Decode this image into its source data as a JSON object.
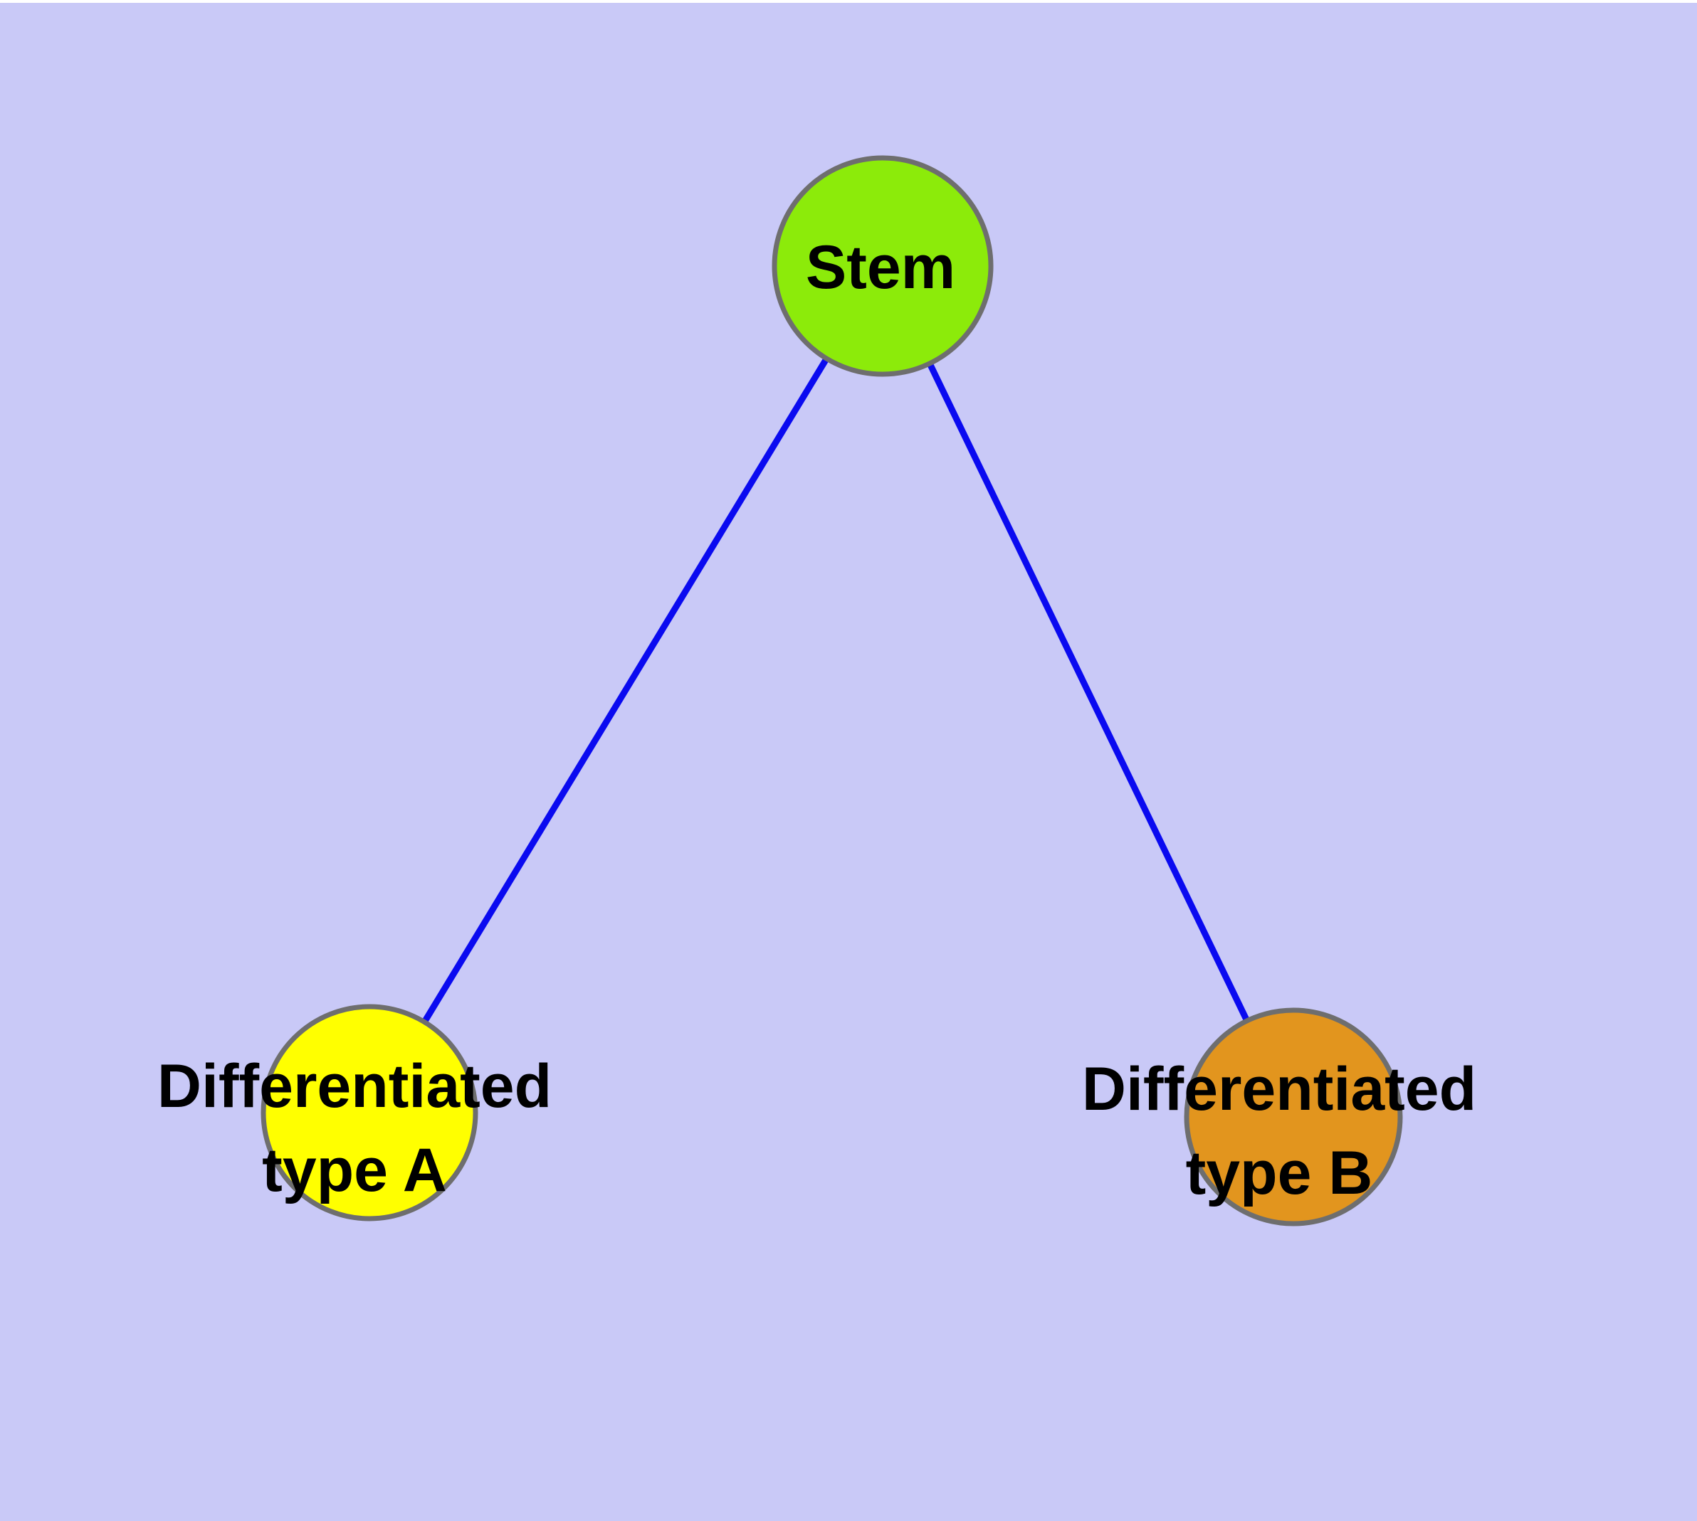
{
  "diagram": {
    "type": "graph",
    "background_color": "#C9C9F7",
    "edge_color": "#0A0AF0",
    "node_border_color": "#6E6E6E",
    "label_color": "#000000",
    "nodes": [
      {
        "id": "stem",
        "label_lines": [
          "Stem"
        ],
        "color": "#8CEB0A"
      },
      {
        "id": "differentiated-type-a",
        "label_lines": [
          "Differentiated",
          "type A"
        ],
        "color": "#FFFF00"
      },
      {
        "id": "differentiated-type-b",
        "label_lines": [
          "Differentiated",
          "type B"
        ],
        "color": "#E2951E"
      }
    ],
    "edges": [
      {
        "from": "Stem",
        "to": "Differentiated type A"
      },
      {
        "from": "Stem",
        "to": "Differentiated type B"
      }
    ]
  }
}
